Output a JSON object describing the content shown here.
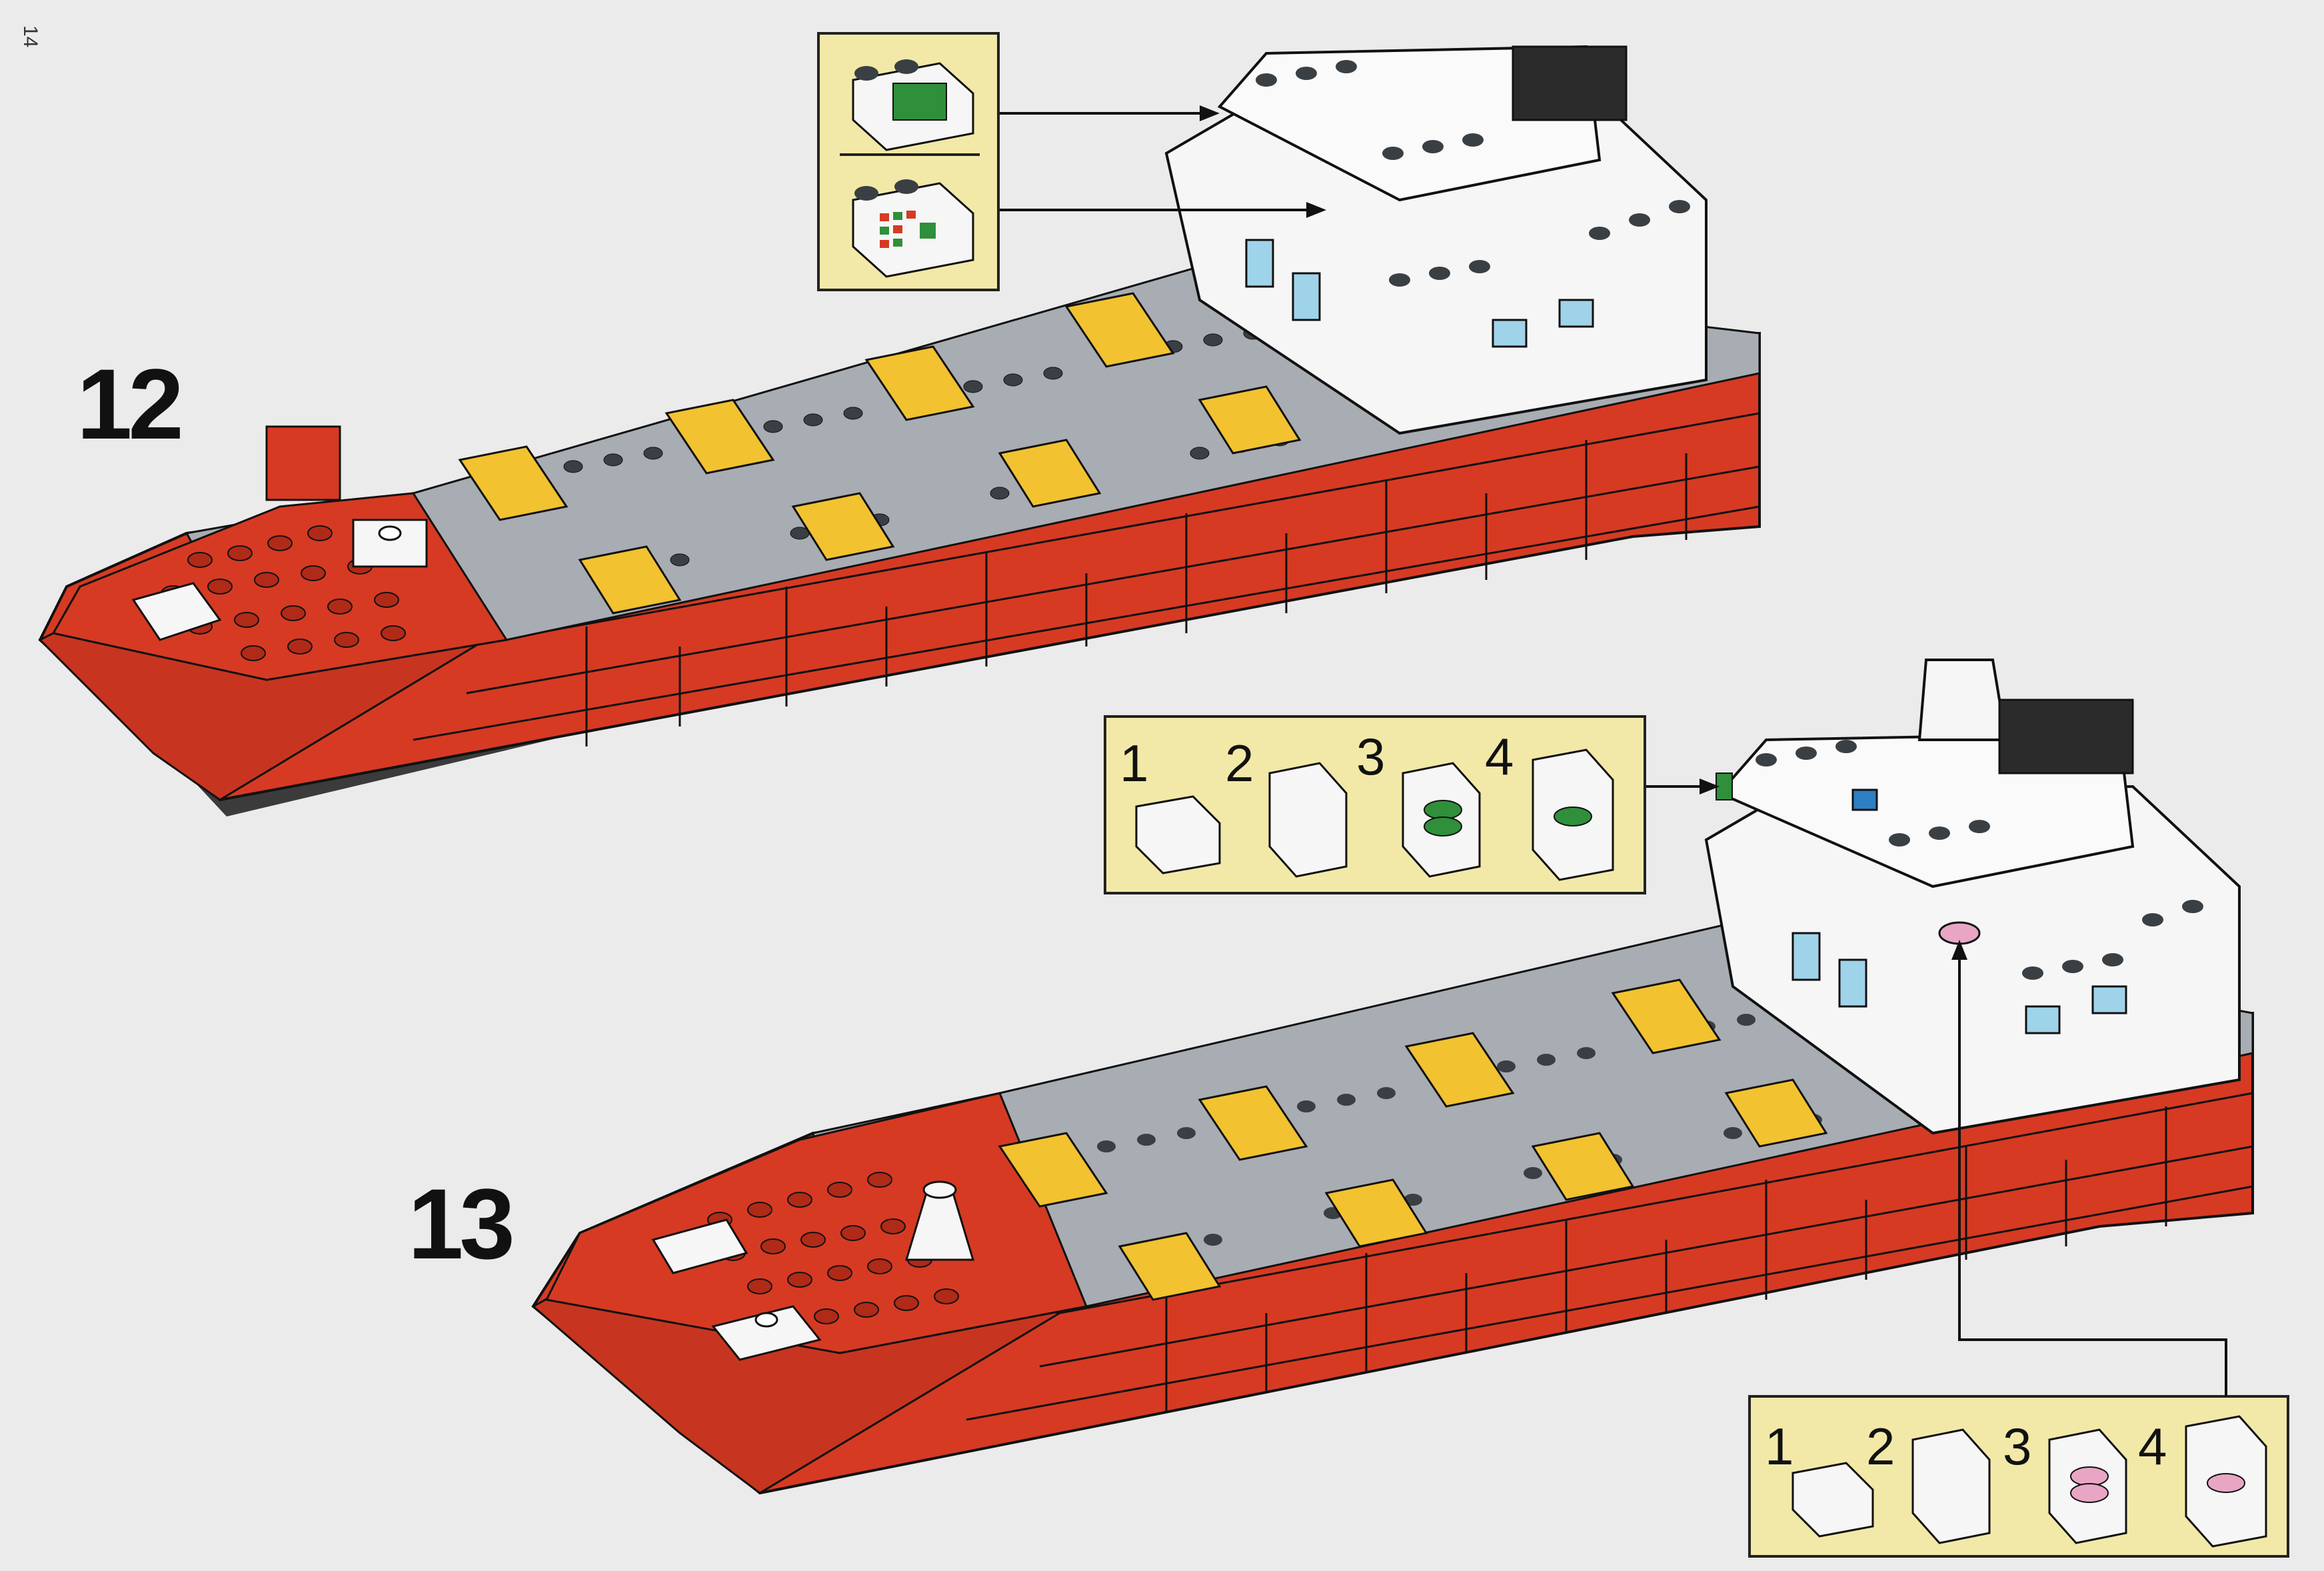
{
  "page": {
    "number": "14",
    "background": "#ebebeb"
  },
  "steps": [
    {
      "number": "12"
    },
    {
      "number": "13"
    }
  ],
  "callouts": {
    "step12_console": {
      "background": "#f2e9a8",
      "parts": [
        "computer-tile-brick",
        "control-panel-slope-brick"
      ]
    },
    "step13_upper": {
      "background": "#f2e9a8",
      "sequence_labels": [
        "1",
        "2",
        "3",
        "4"
      ],
      "part_color": "#2f8f3a"
    },
    "step13_lower": {
      "background": "#f2e9a8",
      "sequence_labels": [
        "1",
        "2",
        "3",
        "4"
      ],
      "part_color": "#e8a6c4"
    }
  },
  "colors": {
    "hull_red": "#d63a23",
    "hull_dark": "#a02a18",
    "deck_gray": "#a8adb3",
    "stud_dark": "#3a3f44",
    "cargo_yellow": "#f2c230",
    "bridge_white": "#f6f6f6",
    "window_blue": "#9fd3ea",
    "funnel_black": "#2b2b2b"
  }
}
